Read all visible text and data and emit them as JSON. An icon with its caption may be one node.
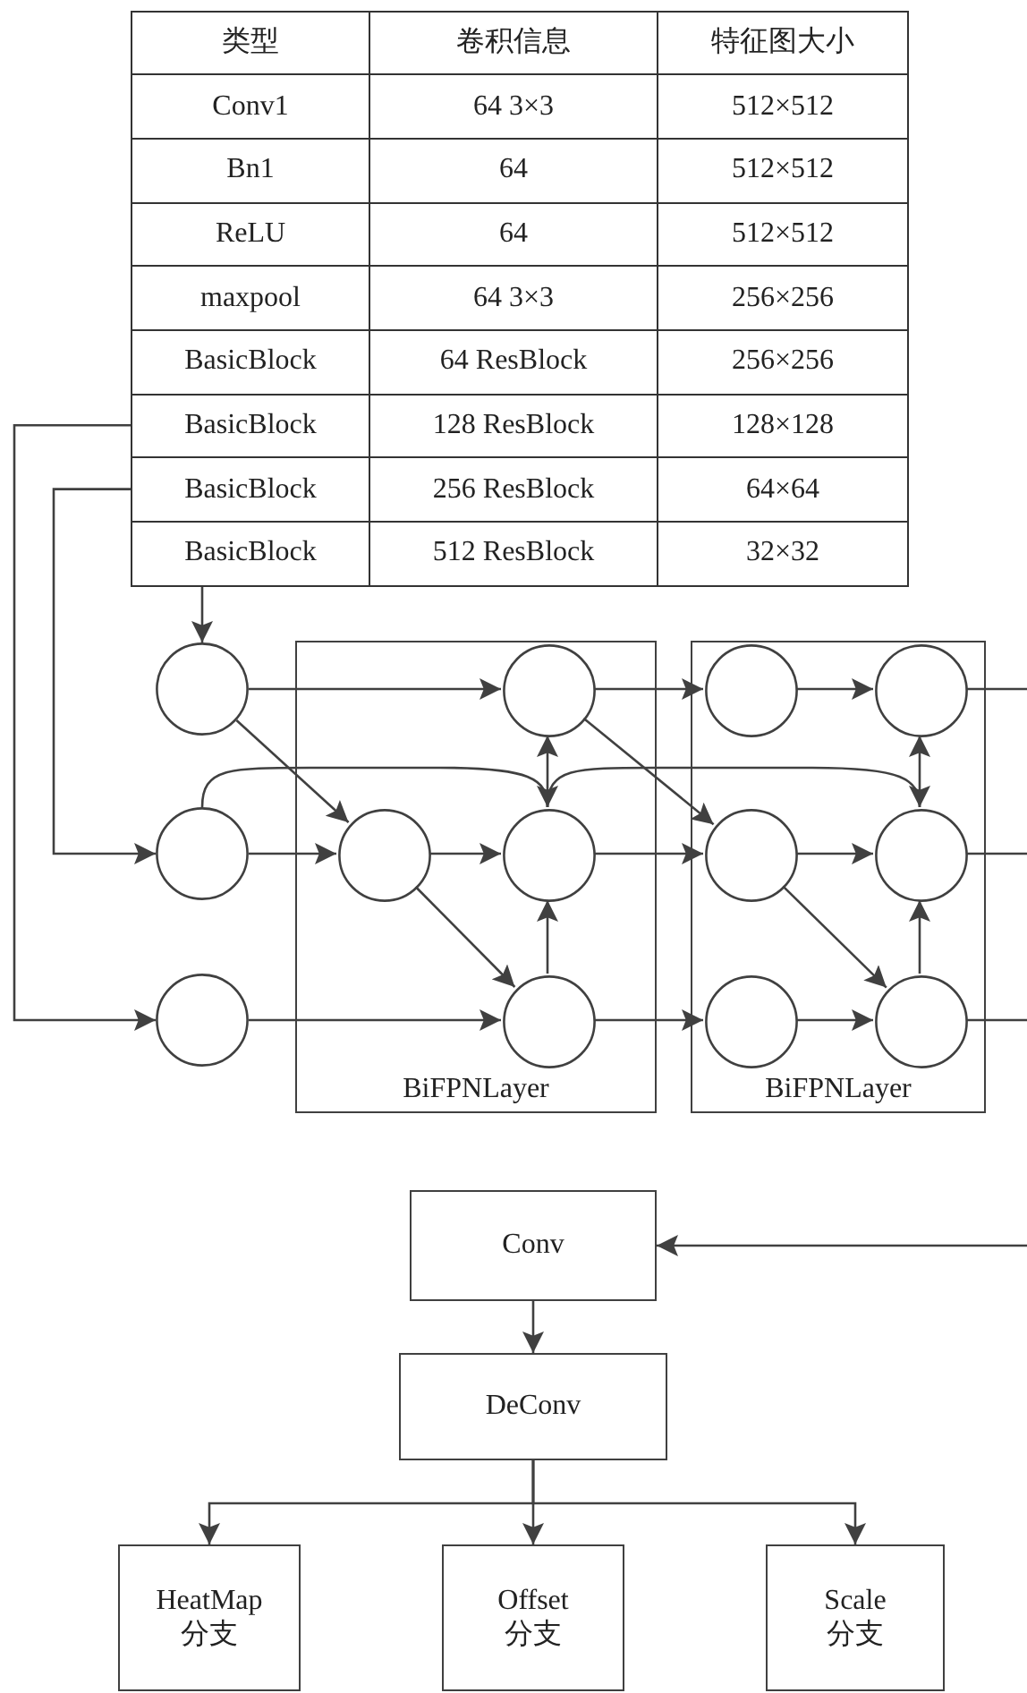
{
  "diagram": {
    "nodes": [
      {
        "text": [
          "BasicBlock"
        ]
      },
      {
        "text": [
          "BasicBlock"
        ]
      },
      {
        "text": [
          "BasicBlock"
        ]
      },
      {
        "text": [
          "BiFPNLayer"
        ]
      },
      {
        "text": [
          "BiFPNLayer"
        ]
      },
      {
        "text": [],
        "shape": "circle"
      },
      {
        "text": [],
        "shape": "circle"
      },
      {
        "text": [],
        "shape": "circle"
      },
      {
        "text": [],
        "shape": "circle",
        "in": 3
      },
      {
        "text": [],
        "shape": "circle",
        "in": 3
      },
      {
        "text": [],
        "shape": "circle",
        "in": 3
      },
      {
        "text": [],
        "shape": "circle",
        "in": 3
      },
      {
        "text": [],
        "shape": "circle",
        "in": 4
      },
      {
        "text": [],
        "shape": "circle",
        "in": 4
      },
      {
        "text": [],
        "shape": "circle",
        "in": 4
      },
      {
        "text": [],
        "shape": "circle",
        "in": 4
      },
      {
        "text": [],
        "shape": "circle",
        "in": 4
      },
      {
        "text": [],
        "shape": "circle",
        "in": 4
      },
      {
        "text": [
          "Conv"
        ]
      },
      {
        "text": [
          "DeConv"
        ]
      },
      {
        "text": [
          "HeatMap 分支"
        ]
      },
      {
        "text": [
          "Offset 分支"
        ]
      },
      {
        "text": [
          "Scale 分支"
        ]
      }
    ],
    "edges": [
      {
        "from": 0,
        "to": 7,
        "arrow": "to"
      },
      {
        "from": 1,
        "to": 6,
        "arrow": "to"
      },
      {
        "from": 2,
        "to": 5,
        "arrow": "to"
      },
      {
        "from": 5,
        "to": 9,
        "arrow": "to"
      },
      {
        "from": 5,
        "to": 8,
        "arrow": "to"
      },
      {
        "from": 6,
        "to": 8,
        "arrow": "to"
      },
      {
        "from": 6,
        "to": 10,
        "arrow": "to"
      },
      {
        "from": 7,
        "to": 11,
        "arrow": "to"
      },
      {
        "from": 8,
        "to": 10,
        "arrow": "to"
      },
      {
        "from": 8,
        "to": 11,
        "arrow": "to"
      },
      {
        "from": 11,
        "to": 10,
        "arrow": "to"
      },
      {
        "from": 10,
        "to": 9,
        "arrow": "to"
      },
      {
        "from": 9,
        "to": 12,
        "arrow": "to"
      },
      {
        "from": 9,
        "to": 13,
        "arrow": "to"
      },
      {
        "from": 10,
        "to": 13,
        "arrow": "to"
      },
      {
        "from": 11,
        "to": 14,
        "arrow": "to"
      },
      {
        "from": 10,
        "to": 16,
        "arrow": "to"
      },
      {
        "from": 12,
        "to": 15,
        "arrow": "to"
      },
      {
        "from": 13,
        "to": 16,
        "arrow": "to"
      },
      {
        "from": 13,
        "to": 17,
        "arrow": "to"
      },
      {
        "from": 14,
        "to": 17,
        "arrow": "to"
      },
      {
        "from": 17,
        "to": 16,
        "arrow": "to"
      },
      {
        "from": 16,
        "to": 15,
        "arrow": "to"
      },
      {
        "from": 15,
        "to": null,
        "arrow": "none"
      },
      {
        "from": 16,
        "to": null,
        "arrow": "none"
      },
      {
        "from": 17,
        "to": null,
        "arrow": "none"
      },
      {
        "from": null,
        "to": 18,
        "arrow": "to"
      },
      {
        "from": 18,
        "to": 19,
        "arrow": "to"
      },
      {
        "from": 19,
        "to": 20,
        "arrow": "to"
      },
      {
        "from": 19,
        "to": 21,
        "arrow": "to"
      },
      {
        "from": 19,
        "to": 22,
        "arrow": "to"
      }
    ],
    "labels": [
      "类型",
      "卷积信息",
      "特征图大小",
      "Conv1",
      "64 3×3",
      "512×512",
      "Bn1",
      "64",
      "512×512",
      "ReLU",
      "64",
      "512×512",
      "maxpool",
      "64 3×3",
      "256×256",
      "BasicBlock",
      "64 ResBlock",
      "256×256",
      "128 ResBlock",
      "128×128",
      "256 ResBlock",
      "64×64",
      "512 ResBlock",
      "32×32"
    ]
  }
}
